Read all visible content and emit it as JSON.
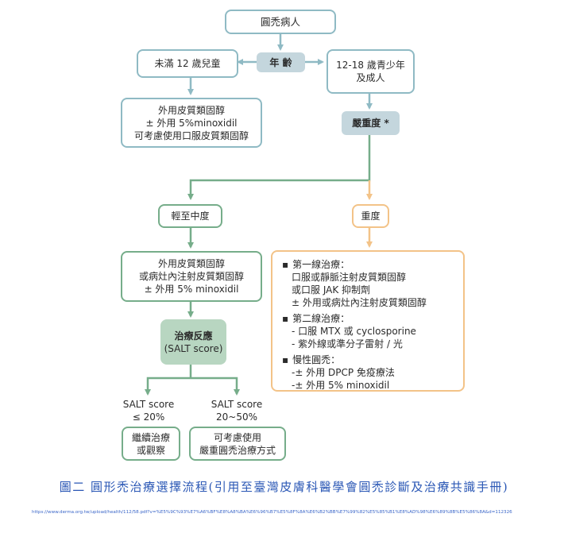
{
  "nodes": {
    "patient": "圓禿病人",
    "age": "年 齡",
    "under12": "未滿 12 歲兒童",
    "teen_adult": [
      "12-18 歲青少年",
      "及成人"
    ],
    "child_treatment": [
      "外用皮質類固醇",
      "± 外用 5%minoxidil",
      "可考慮使用口服皮質類固醇"
    ],
    "severity": "嚴重度 *",
    "mild_moderate": "輕至中度",
    "severe": "重度",
    "mild_treatment": [
      "外用皮質類固醇",
      "或病灶內注射皮質類固醇",
      "± 外用 5% minoxidil"
    ],
    "response_title": "治療反應",
    "response_sub": "(SALT score)",
    "salt_low": [
      "SALT score",
      "≤ 20%"
    ],
    "salt_high": [
      "SALT score",
      "20~50%"
    ],
    "continue": [
      "繼續治療",
      "或觀察"
    ],
    "consider_severe": [
      "可考慮使用",
      "嚴重圓禿治療方式"
    ],
    "severe_treatment": {
      "first_line": {
        "bullet": "▪",
        "title": "第一線治療：",
        "items": [
          "口服或靜脈注射皮質類固醇",
          "或口服 JAK 抑制劑",
          "± 外用或病灶內注射皮質類固醇"
        ]
      },
      "second_line": {
        "bullet": "▪",
        "title": "第二線治療：",
        "items": [
          "- 口服 MTX 或 cyclosporine",
          "- 紫外線或準分子雷射 / 光"
        ]
      },
      "chronic": {
        "bullet": "▪",
        "title": "慢性圓禿：",
        "items": [
          "-± 外用 DPCP 免疫療法",
          "-± 外用 5% minoxidil"
        ]
      }
    }
  },
  "caption": "圖二 圓形禿治療選擇流程(引用至臺灣皮膚科醫學會圓禿診斷及治療共識手冊)",
  "url": "https://www.derma.org.tw/upload/health/112/58.pdf?v=%E5%9C%93%E7%A6%BF%E8%A8%BA%E6%96%B7%E5%8F%8A%E6%B2%BB%E7%99%82%E5%85%B1%E8%AD%98%E6%89%8B%E5%86%8A&d=112326",
  "colors": {
    "blue": "#8fbac4",
    "green": "#76ad8a",
    "orange": "#f3c388",
    "caption": "#2a57b5"
  }
}
